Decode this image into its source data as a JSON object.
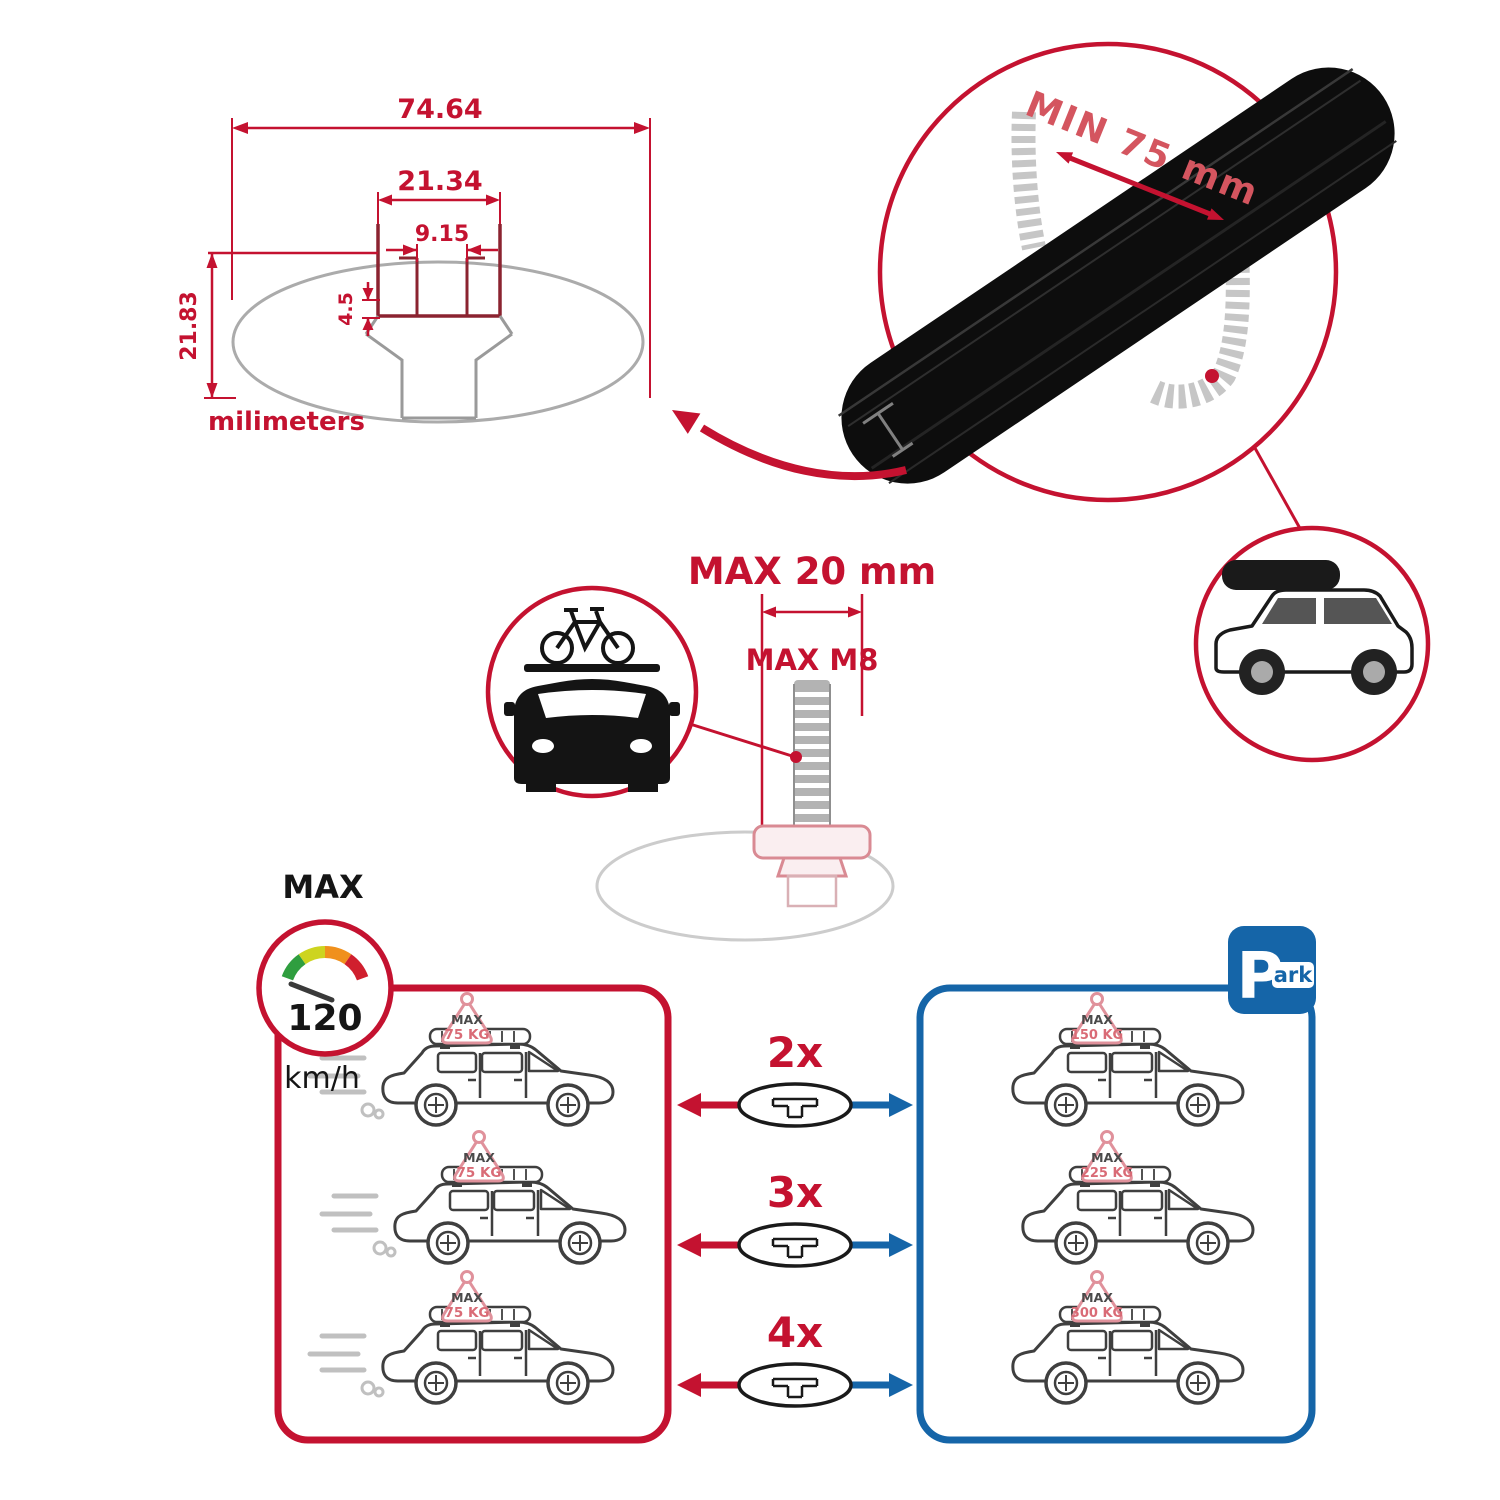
{
  "colors": {
    "red": "#c41230",
    "dark_red": "#8b2330",
    "blue": "#1565a8",
    "pink": "#e0919b",
    "black": "#111111",
    "gray": "#9a9a9a",
    "light_gray": "#c9c9c9"
  },
  "dimension_diagram": {
    "total_width": "74.64",
    "channel_width": "21.34",
    "slot_width": "9.15",
    "lip_height": "4.5",
    "total_height": "21.83",
    "unit_label": "milimeters"
  },
  "crossbar_detail": {
    "min_span_label": "MIN 75 mm"
  },
  "bolt_diagram": {
    "max_width_label": "MAX 20 mm",
    "max_thread_label": "MAX M8"
  },
  "speed_limit": {
    "title": "MAX",
    "value": "120",
    "unit": "km/h"
  },
  "parking_sign": {
    "letter": "P",
    "suffix": "ark"
  },
  "load_chart": {
    "rows": [
      {
        "multiplier": "2x",
        "driving_load": {
          "line1": "MAX",
          "line2": "75 KG"
        },
        "parked_load": {
          "line1": "MAX",
          "line2": "150 KG"
        }
      },
      {
        "multiplier": "3x",
        "driving_load": {
          "line1": "MAX",
          "line2": "75 KG"
        },
        "parked_load": {
          "line1": "MAX",
          "line2": "225 KG"
        }
      },
      {
        "multiplier": "4x",
        "driving_load": {
          "line1": "MAX",
          "line2": "75 KG"
        },
        "parked_load": {
          "line1": "MAX",
          "line2": "300 KG"
        }
      }
    ]
  }
}
